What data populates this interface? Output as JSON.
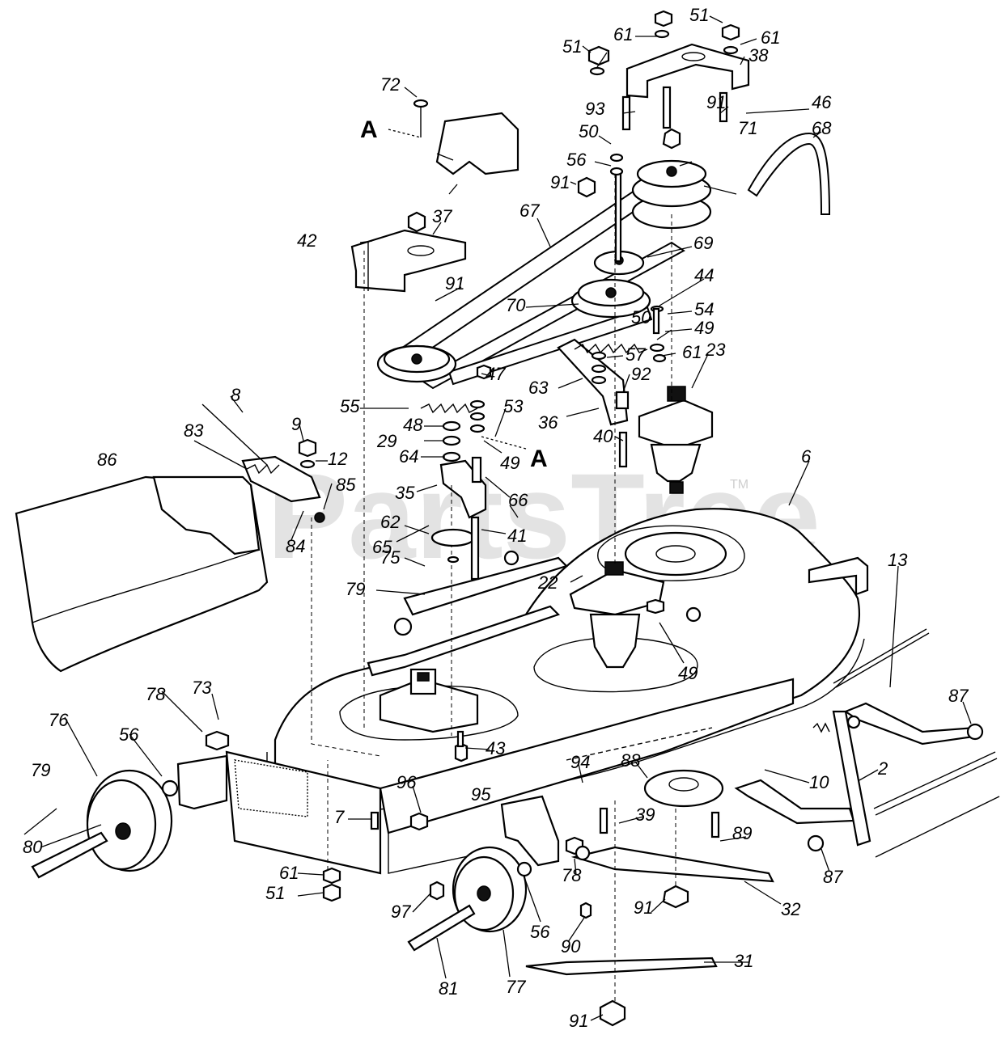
{
  "watermark": {
    "text": "PartsTree",
    "trademark": "TM"
  },
  "section_markers": [
    "A",
    "A"
  ],
  "callouts": [
    "51",
    "51",
    "61",
    "61",
    "51",
    "61",
    "38",
    "72",
    "93",
    "91",
    "46",
    "68",
    "50",
    "71",
    "56",
    "91",
    "67",
    "37",
    "42",
    "69",
    "91",
    "70",
    "44",
    "54",
    "50",
    "49",
    "57",
    "61",
    "47",
    "63",
    "92",
    "23",
    "55",
    "53",
    "8",
    "48",
    "29",
    "49",
    "9",
    "12",
    "64",
    "40",
    "36",
    "6",
    "86",
    "83",
    "85",
    "35",
    "66",
    "62",
    "41",
    "84",
    "65",
    "75",
    "79",
    "22",
    "49",
    "13",
    "78",
    "73",
    "87",
    "76",
    "56",
    "43",
    "94",
    "88",
    "10",
    "79",
    "96",
    "95",
    "2",
    "7",
    "39",
    "89",
    "80",
    "61",
    "78",
    "87",
    "51",
    "97",
    "32",
    "91",
    "56",
    "90",
    "81",
    "77",
    "31",
    "91"
  ]
}
